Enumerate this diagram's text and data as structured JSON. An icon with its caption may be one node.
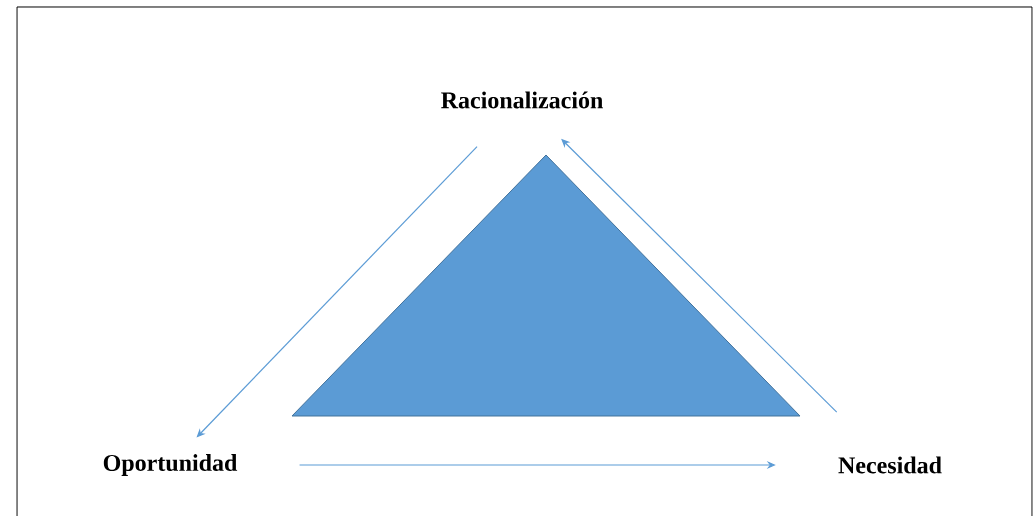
{
  "diagram": {
    "nodes": [
      {
        "text": [
          "Racionalización"
        ]
      },
      {
        "text": [
          "Oportunidad"
        ]
      },
      {
        "text": [
          "Necesidad"
        ]
      }
    ],
    "edges": [
      {
        "from": 0,
        "to": 1,
        "arrow": "to"
      },
      {
        "from": 1,
        "to": 2,
        "arrow": "to"
      },
      {
        "from": 2,
        "to": 0,
        "arrow": "to"
      }
    ]
  }
}
